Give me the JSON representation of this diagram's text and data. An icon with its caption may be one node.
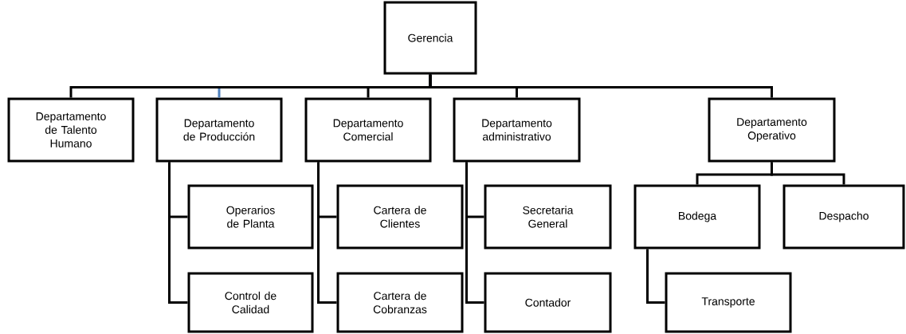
{
  "diagram": {
    "nodes": [
      {
        "text": [
          "Gerencia"
        ]
      },
      {
        "text": [
          "Departamento de Talento Humano"
        ]
      },
      {
        "text": [
          "Departamento de Producción"
        ]
      },
      {
        "text": [
          "Departamento Comercial"
        ]
      },
      {
        "text": [
          "Departamento administrativo"
        ]
      },
      {
        "text": [
          "Departamento Operativo"
        ]
      },
      {
        "text": [
          "Operarios de Planta"
        ]
      },
      {
        "text": [
          "Control de Calidad"
        ]
      },
      {
        "text": [
          "Cartera de Clientes"
        ]
      },
      {
        "text": [
          "Cartera de Cobranzas"
        ]
      },
      {
        "text": [
          "Secretaria General"
        ]
      },
      {
        "text": [
          "Contador"
        ]
      },
      {
        "text": [
          "Bodega"
        ]
      },
      {
        "text": [
          "Despacho"
        ]
      },
      {
        "text": [
          "Transporte"
        ]
      }
    ],
    "edges": [
      {
        "from": 0,
        "to": 1,
        "arrow": "none"
      },
      {
        "from": 0,
        "to": 2,
        "arrow": "none",
        "color": "#4f81bd"
      },
      {
        "from": 0,
        "to": 3,
        "arrow": "none"
      },
      {
        "from": 0,
        "to": 4,
        "arrow": "none"
      },
      {
        "from": 0,
        "to": 5,
        "arrow": "none"
      },
      {
        "from": 2,
        "to": 6,
        "arrow": "none"
      },
      {
        "from": 2,
        "to": 7,
        "arrow": "none"
      },
      {
        "from": 3,
        "to": 8,
        "arrow": "none"
      },
      {
        "from": 3,
        "to": 9,
        "arrow": "none"
      },
      {
        "from": 4,
        "to": 10,
        "arrow": "none"
      },
      {
        "from": 4,
        "to": 11,
        "arrow": "none"
      },
      {
        "from": 5,
        "to": 12,
        "arrow": "none"
      },
      {
        "from": 5,
        "to": 13,
        "arrow": "none"
      },
      {
        "from": 12,
        "to": 14,
        "arrow": "none"
      }
    ]
  }
}
